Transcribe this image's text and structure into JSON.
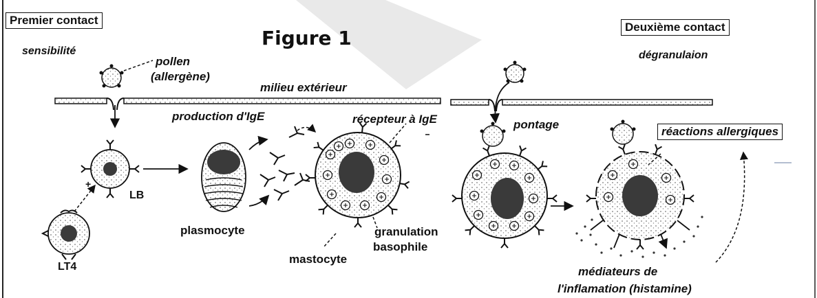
{
  "figure": {
    "title": "Figure 1",
    "first_contact": "Premier contact",
    "sensitization": "sensibilité",
    "second_contact": "Deuxième contact",
    "degranulation": "dégranulaion",
    "pollen_line1": "pollen",
    "pollen_line2": "(allergène)",
    "outside_medium": "milieu extérieur",
    "ige_production": "production d'IgE",
    "ige_receptor": "récepteur à IgE",
    "bridging": "pontage",
    "allergic_reactions": "réactions allergiques",
    "lb": "LB",
    "lt4": "LT4",
    "plasmocyte": "plasmocyte",
    "mastocyte": "mastocyte",
    "granulation_line1": "granulation",
    "granulation_line2": "basophile",
    "mediators_line1": "médiateurs de",
    "mediators_line2": "l'inflamation (histamine)",
    "plus_sign": "+"
  },
  "colors": {
    "ink": "#111111",
    "nucleus": "#3a3a3a",
    "stipple": "#777777",
    "background": "#ffffff"
  }
}
